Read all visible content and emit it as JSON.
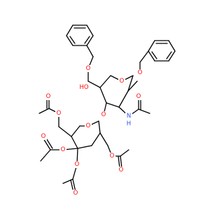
{
  "image": {
    "type": "chemical-structure",
    "background": "#ffffff"
  },
  "colors": {
    "bond": "#000000",
    "oxygen": "#ff0d0d",
    "nitrogen": "#3050f8"
  },
  "atom_labels": {
    "o_benzyl_ether": "O",
    "o_ring_top": "O",
    "o_anomeric": "O",
    "o_hydroxyl": "HO",
    "o_glycosidic": "O",
    "n_amide": "N",
    "h_amide": "H",
    "o_amide_carbonyl": "O",
    "o_ester_top": "O",
    "o_carbonyl_top": "O",
    "o_ring_bottom": "O",
    "o_ester_left": "O",
    "o_carbonyl_left": "O",
    "o_ester_mid": "O",
    "o_carbonyl_mid": "O",
    "o_ester_right": "O",
    "o_carbonyl_right": "O",
    "o_carbonyl_bottom": "O"
  }
}
